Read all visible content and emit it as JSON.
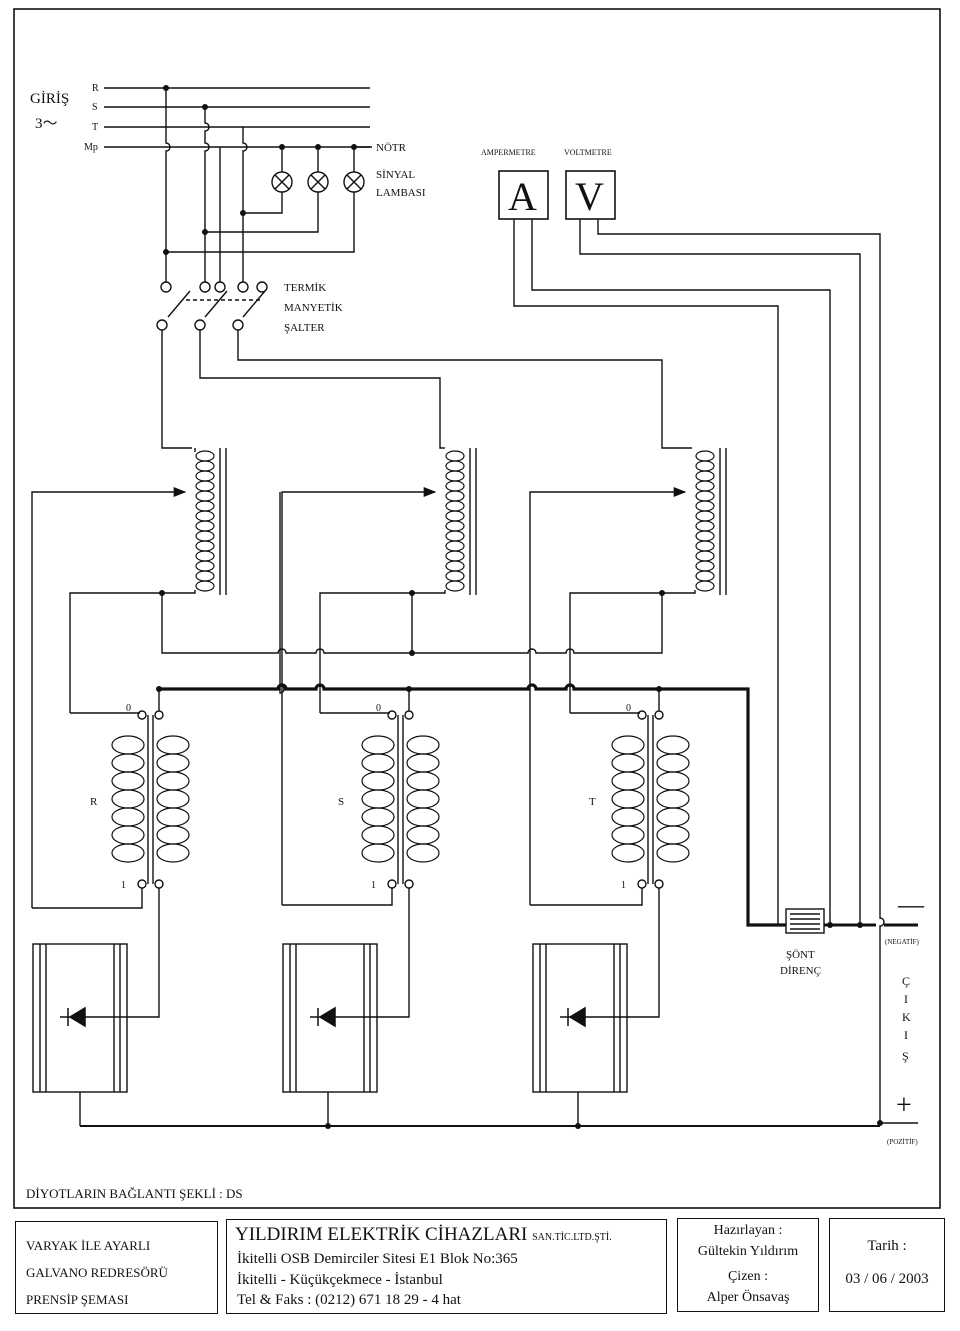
{
  "input": {
    "title": "GİRİŞ",
    "phase": "3～",
    "lines": [
      "R",
      "S",
      "T",
      "Mp"
    ]
  },
  "labels": {
    "notr": "NÖTR",
    "signal_lamp": [
      "SİNYAL",
      "LAMBASI"
    ],
    "breaker": [
      "TERMİK",
      "MANYETİK",
      "ŞALTER"
    ],
    "ammeter_caption": "AMPERMETRE",
    "voltmeter_caption": "VOLTMETRE",
    "ammeter_symbol": "A",
    "voltmeter_symbol": "V",
    "phase_labels": [
      "R",
      "S",
      "T"
    ],
    "tap_zero": "0",
    "tap_one": "1",
    "shunt": [
      "ŞÖNT",
      "DİRENÇ"
    ],
    "negative_sign": "—",
    "negative_label": "(NEGATİF)",
    "positive_sign": "+",
    "positive_label": "(POZİTİF)",
    "output_letters": [
      "Ç",
      "I",
      "K",
      "I",
      "Ş"
    ],
    "diode_connection": "DİYOTLARIN BAĞLANTI ŞEKLİ : DS"
  },
  "title_block": {
    "description": [
      "VARYAK İLE AYARLI",
      "GALVANO REDRESÖRÜ",
      "PRENSİP ŞEMASI"
    ],
    "company_name": "YILDIRIM ELEKTRİK CİHAZLARI",
    "company_suffix": "SAN.TİC.LTD.ŞTİ.",
    "address_1": "İkitelli OSB Demirciler Sitesi E1 Blok No:365",
    "address_2": "İkitelli - Küçükçekmece - İstanbul",
    "phone": "Tel & Faks : (0212) 671 18 29 - 4 hat",
    "prepared_label": "Hazırlayan :",
    "prepared_by": "Gültekin Yıldırım",
    "drawn_label": "Çizen :",
    "drawn_by": "Alper Önsavaş",
    "date_label": "Tarih :",
    "date": "03 / 06 / 2003"
  }
}
